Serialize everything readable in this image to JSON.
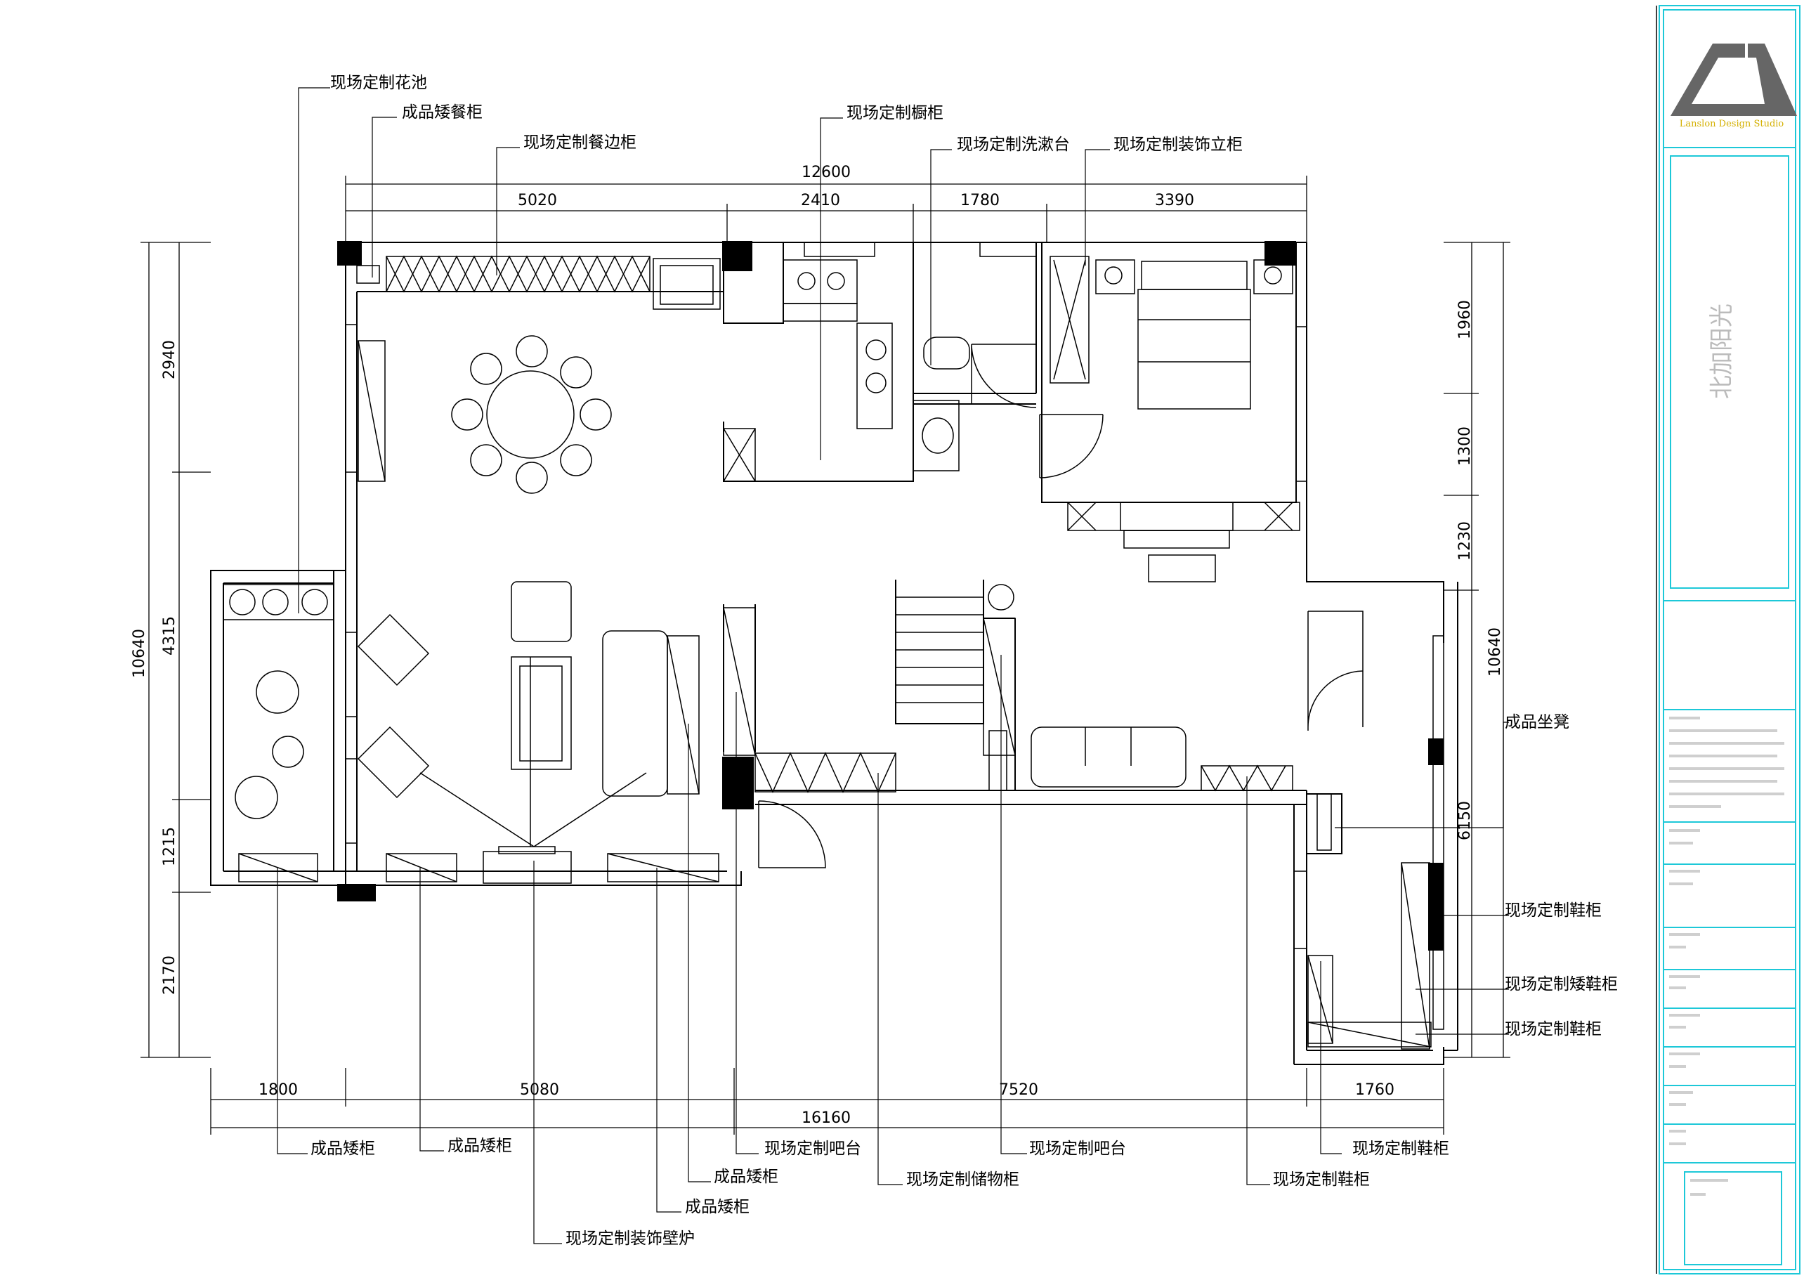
{
  "dimensions": {
    "top_total": "12600",
    "top_segments": [
      "5020",
      "2410",
      "1780",
      "3390"
    ],
    "left_total": "10640",
    "left_segments": [
      "2940",
      "4315",
      "1215",
      "2170"
    ],
    "right_total": "10640",
    "right_segments": [
      "1960",
      "1300",
      "1230",
      "6150"
    ],
    "bottom_segments": [
      "1800",
      "5080",
      "7520",
      "1760"
    ],
    "bottom_total": "16160"
  },
  "labels": {
    "flower_pool": "现场定制花池",
    "low_dining_cabinet": "成品矮餐柜",
    "sideboard": "现场定制餐边柜",
    "kitchen_cabinet": "现场定制橱柜",
    "washbasin": "现场定制洗漱台",
    "decor_cabinet": "现场定制装饰立柜",
    "stool": "成品坐凳",
    "shoe_cabinet_1": "现场定制鞋柜",
    "low_shoe_cabinet": "现场定制矮鞋柜",
    "shoe_cabinet_2": "现场定制鞋柜",
    "low_cabinet_1": "成品矮柜",
    "low_cabinet_2": "成品矮柜",
    "bar_1": "现场定制吧台",
    "low_cabinet_3": "成品矮柜",
    "storage": "现场定制储物柜",
    "low_cabinet_4": "成品矮柜",
    "fireplace": "现场定制装饰壁炉",
    "bar_2": "现场定制吧台",
    "shoe_cabinet_3": "现场定制鞋柜",
    "shoe_cabinet_4": "现场定制鞋柜"
  },
  "title_block": {
    "studio": "Lanslon Design Studio",
    "project": "北加阳光",
    "logo_icon": "studio-logo-icon",
    "border_color": "#1dc8d8"
  }
}
